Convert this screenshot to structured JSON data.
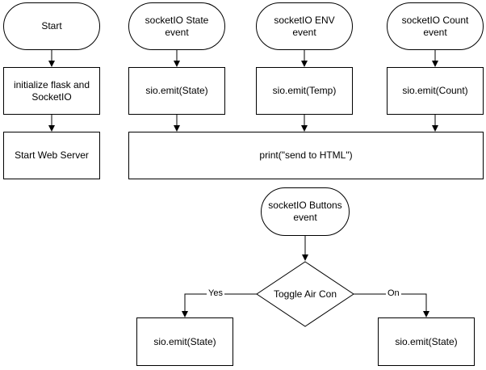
{
  "diagram": {
    "start": "Start",
    "init": "initialize flask and SocketIO",
    "web_server": "Start Web Server",
    "state_event": "socketIO State event",
    "env_event": "socketIO ENV event",
    "count_event": "socketIO Count event",
    "emit_state": "sio.emit(State)",
    "emit_temp": "sio.emit(Temp)",
    "emit_count": "sio.emit(Count)",
    "print_html": "print(\"send to HTML\")",
    "buttons_event": "socketIO Buttons event",
    "toggle": "Toggle Air Con",
    "yes": "Yes",
    "on": "On",
    "emit_state_left": "sio.emit(State)",
    "emit_state_right": "sio.emit(State)"
  }
}
